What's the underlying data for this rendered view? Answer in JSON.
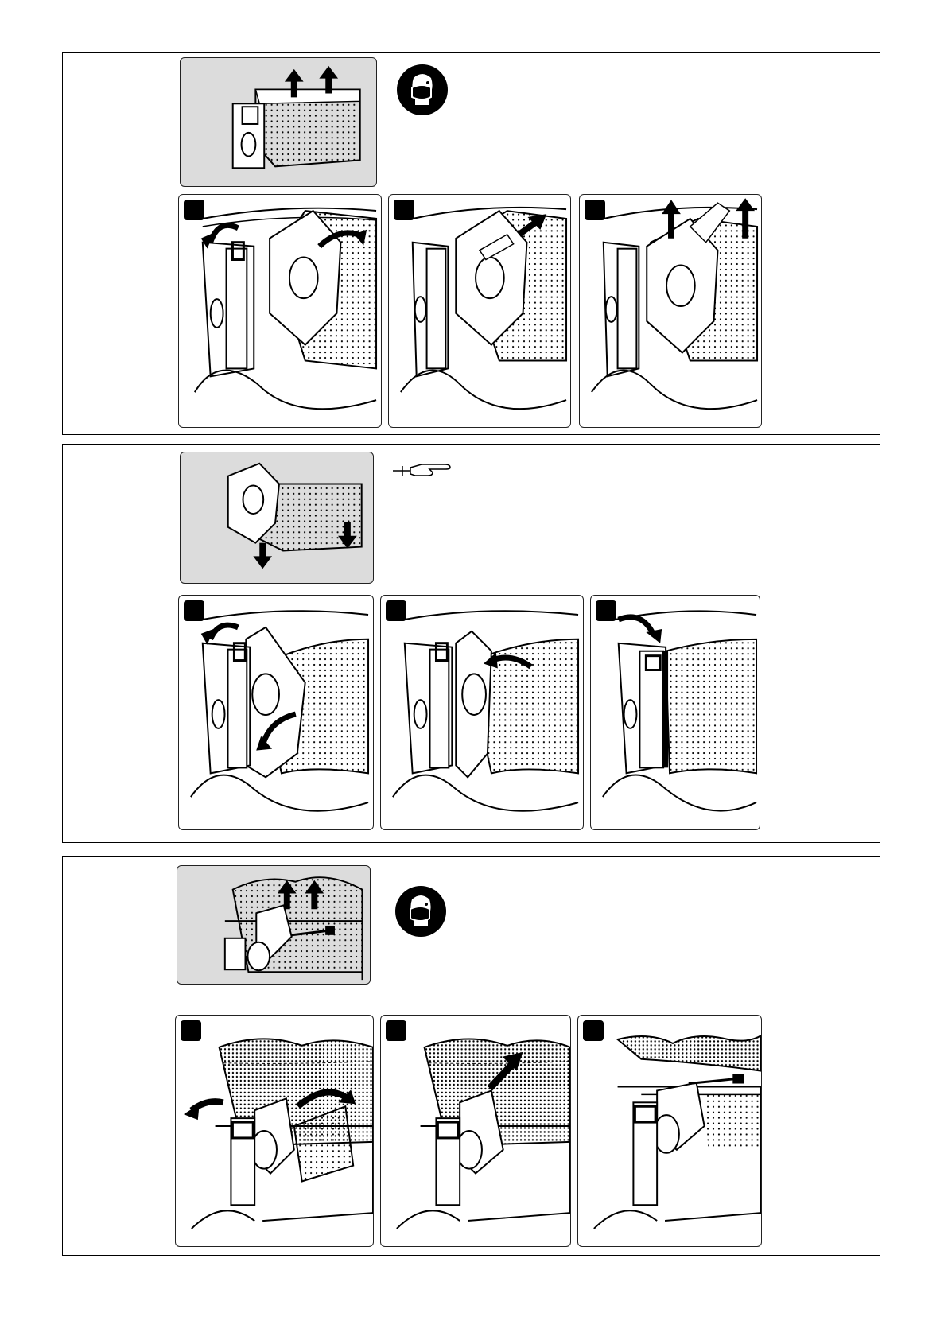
{
  "icons": {
    "mask_symbol": "respirator-mask-icon",
    "note_symbol": "pointing-hand-icon",
    "arrow_symbol": "arrow-icon"
  },
  "sections": [
    {
      "id": "remove-bag",
      "symbol": "respirator-mask-icon",
      "steps": 3
    },
    {
      "id": "insert-bag",
      "symbol": "pointing-hand-icon",
      "steps": 3
    },
    {
      "id": "remove-fleece-bag",
      "symbol": "respirator-mask-icon",
      "steps": 3
    }
  ],
  "colors": {
    "frame": "#000000",
    "overview_bg": "#dcdcdc",
    "marker": "#000000"
  }
}
